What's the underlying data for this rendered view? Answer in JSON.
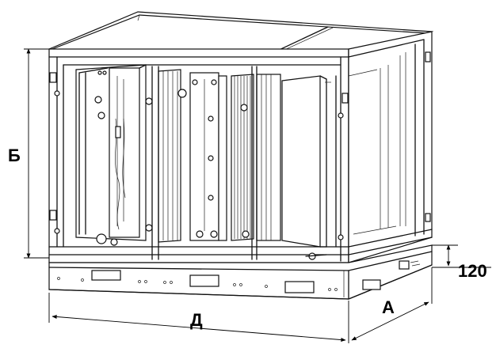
{
  "dimensions": {
    "height_label": "Б",
    "length_label": "Д",
    "width_label": "А",
    "base_height_label": "120"
  }
}
